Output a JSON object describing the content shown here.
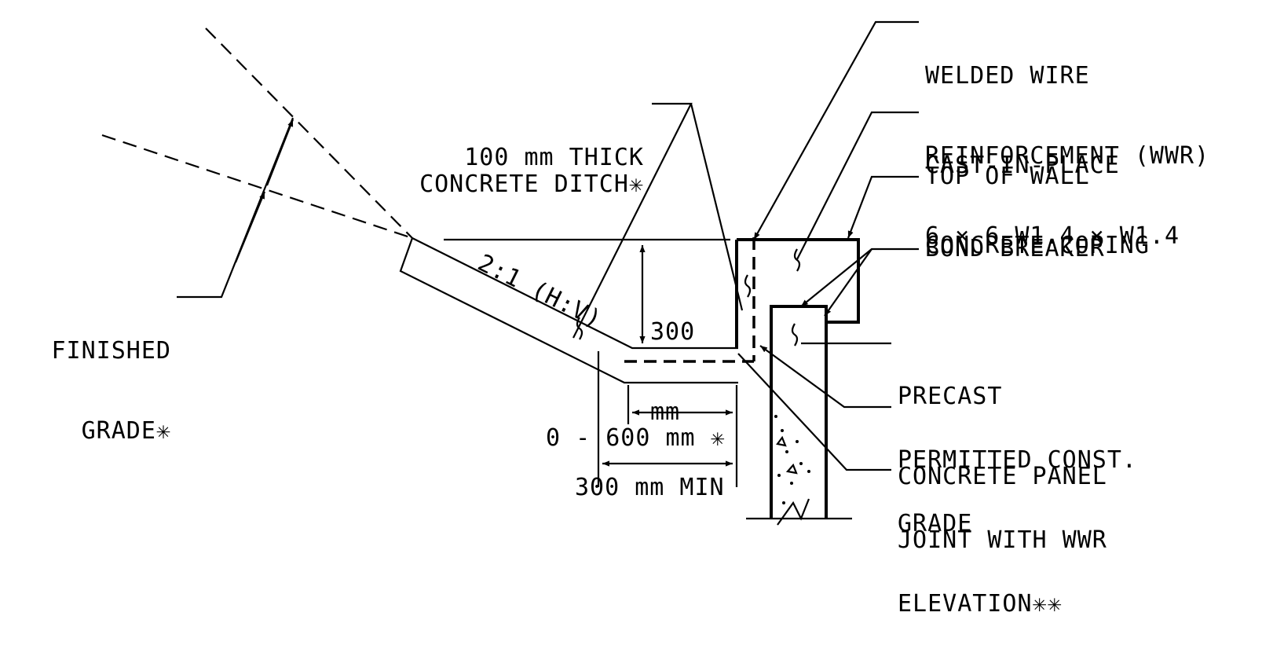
{
  "labels": {
    "welded_wire": [
      "WELDED WIRE",
      "REINFORCEMENT (WWR)",
      "6 × 6-W1.4 × W1.4"
    ],
    "concrete_ditch": [
      "100 mm THICK",
      "CONCRETE DITCH✳"
    ],
    "coping": [
      "CAST-IN-PLACE",
      "CONCRETE COPING"
    ],
    "top_of_wall": "TOP OF WALL",
    "bond_breaker": "BOND BREAKER",
    "finished_grade": [
      "FINISHED",
      "GRADE✳"
    ],
    "precast_panel": [
      "PRECAST",
      "CONCRETE PANEL"
    ],
    "construction_joint": [
      "PERMITTED CONST.",
      "JOINT WITH WWR"
    ],
    "grade_elevation": [
      "GRADE",
      "ELEVATION✳✳"
    ]
  },
  "dimensions": {
    "slope": "2:1 (H:V)",
    "height": [
      "300",
      "mm"
    ],
    "width_range": "0 - 600 mm ✳",
    "min_width": "300 mm MIN"
  },
  "colors": {
    "ink": "#000000",
    "paper": "#ffffff"
  }
}
